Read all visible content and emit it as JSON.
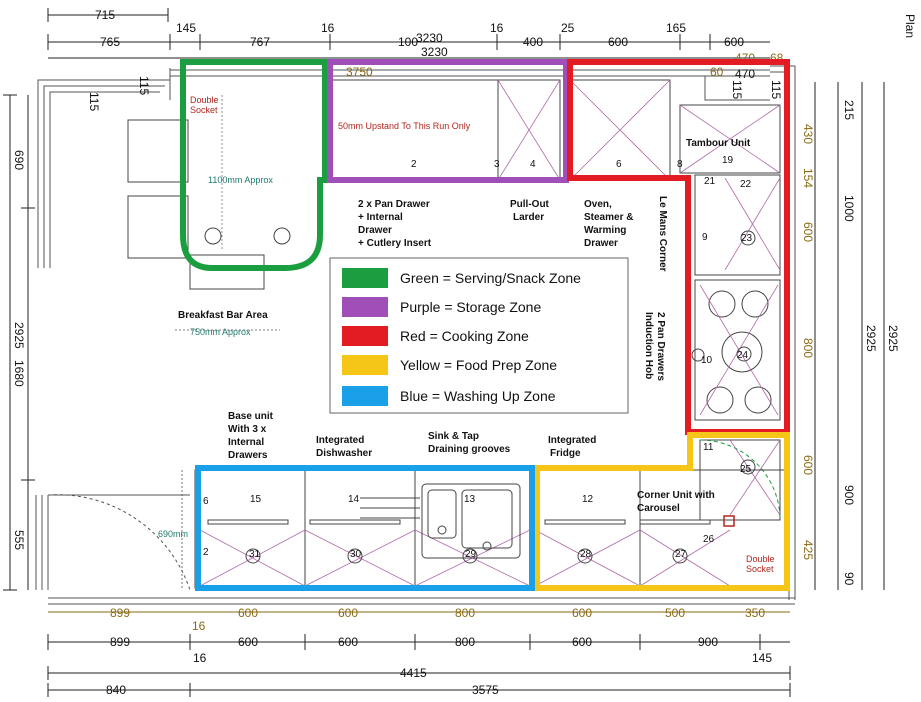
{
  "page_label": "Plan",
  "colors": {
    "green": "#1a9e3f",
    "purple": "#a04fb8",
    "red": "#e31b23",
    "yellow": "#f5c518",
    "blue": "#1aa0e8"
  },
  "legend": [
    {
      "color": "#1a9e3f",
      "text": "Green = Serving/Snack Zone"
    },
    {
      "color": "#a04fb8",
      "text": "Purple = Storage Zone"
    },
    {
      "color": "#e31b23",
      "text": "Red = Cooking Zone"
    },
    {
      "color": "#f5c518",
      "text": "Yellow = Food Prep Zone"
    },
    {
      "color": "#1aa0e8",
      "text": "Blue = Washing Up Zone"
    }
  ],
  "labels": {
    "pan_drawer": [
      "2 x Pan Drawer",
      "+ Internal",
      "Drawer",
      "+ Cutlery Insert"
    ],
    "larder": [
      "Pull-Out",
      "Larder"
    ],
    "oven": [
      "Oven,",
      "Steamer &",
      "Warming",
      "Drawer"
    ],
    "le_mans": "Le Mans Corner",
    "hob": [
      "Induction Hob",
      "2 Pan Drawers"
    ],
    "tambour": "Tambour Unit",
    "breakfast_bar": "Breakfast Bar Area",
    "base_unit": [
      "Base unit",
      "With 3 x",
      "Internal",
      "Drawers"
    ],
    "dishwasher": [
      "Integrated",
      "Dishwasher"
    ],
    "sink": [
      "Sink & Tap",
      "Draining grooves"
    ],
    "fridge": [
      "Integrated",
      "Fridge"
    ],
    "corner_unit": [
      "Corner Unit with",
      "Carousel"
    ],
    "double_socket_1": [
      "Double",
      "Socket"
    ],
    "double_socket_2": [
      "Double",
      "Socket"
    ],
    "upstand": "50mm Upstand To This Run Only",
    "approx_1100": "1100mm Approx",
    "approx_750": "750mm Approx",
    "dim_690mm": "690mm"
  },
  "unit_numbers": {
    "n2": "2",
    "n3": "3",
    "n4": "4",
    "n6": "6",
    "n8": "8",
    "n9": "9",
    "n10": "10",
    "n11": "11",
    "n12": "12",
    "n13": "13",
    "n14": "14",
    "n15": "15",
    "n19": "19",
    "n21": "21",
    "n22": "22",
    "n23": "23",
    "n24": "24",
    "n25": "25",
    "n26": "26",
    "n27": "27",
    "n28": "28",
    "n29": "29",
    "n30": "30",
    "n31": "31",
    "n2b": "2",
    "n6b": "6"
  },
  "dimensions": {
    "top_715": "715",
    "top_765": "765",
    "top_145": "145",
    "top_767": "767",
    "top_16a": "16",
    "top_100": "100",
    "top_3230a": "3230",
    "top_16b": "16",
    "top_25": "25",
    "top_165": "165",
    "top_400": "400",
    "top_600a": "600",
    "top_600b": "600",
    "top_3230b": "3230",
    "top_470a": "470",
    "top_68": "68",
    "top_3750": "3750",
    "top_60": "60",
    "top_470b": "470",
    "wall_115a": "115",
    "wall_115b": "115",
    "wall_115c": "115",
    "wall_115d": "115",
    "left_690": "690",
    "left_2925": "2925",
    "left_1680": "1680",
    "left_555": "555",
    "right_215": "215",
    "right_430": "430",
    "right_154": "154",
    "right_600a": "600",
    "right_800": "800",
    "right_600b": "600",
    "right_425": "425",
    "right_90": "90",
    "right_1000": "1000",
    "right_2925a": "2925",
    "right_2925b": "2925",
    "right_900": "900",
    "bot_899a": "899",
    "bot_600a": "600",
    "bot_600b": "600",
    "bot_800a": "800",
    "bot_600c": "600",
    "bot_500": "500",
    "bot_350": "350",
    "bot_16a": "16",
    "bot_899b": "899",
    "bot_600d": "600",
    "bot_600e": "600",
    "bot_800b": "800",
    "bot_600f": "600",
    "bot_900": "900",
    "bot_16b": "16",
    "bot_145": "145",
    "bot_4415": "4415",
    "bot_840": "840",
    "bot_3575": "3575"
  }
}
